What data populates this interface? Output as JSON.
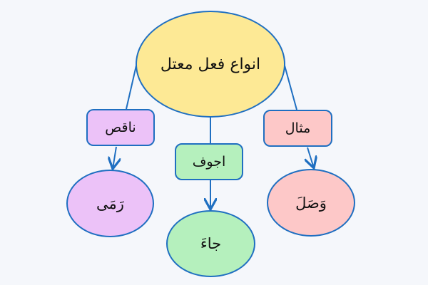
{
  "diagram": {
    "root": {
      "label": "انواع فعل معتل",
      "color": "#fde995"
    },
    "categories": [
      {
        "label": "ناقص",
        "color": "#ecc2f8",
        "example": "رَمَى"
      },
      {
        "label": "اجوف",
        "color": "#b5f0bd",
        "example": "جاءَ"
      },
      {
        "label": "مثال",
        "color": "#fdc8c8",
        "example": "وَصَلَ"
      }
    ],
    "stroke_color": "#1f6fc1"
  }
}
